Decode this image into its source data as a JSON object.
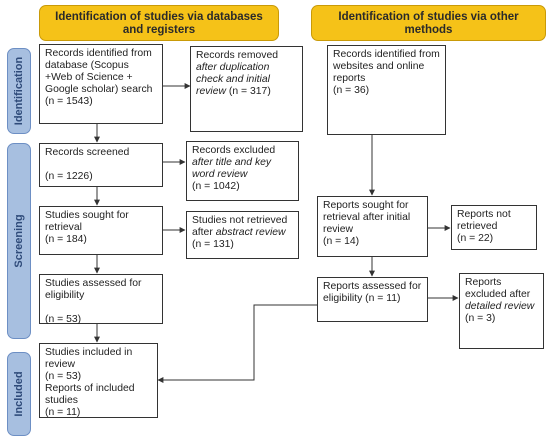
{
  "headers": {
    "databases": "Identification of studies via databases and registers",
    "other": "Identification of studies via other methods"
  },
  "phases": {
    "identification": "Identification",
    "screening": "Screening",
    "included": "Included"
  },
  "boxes": {
    "records_identified_db": "Records identified from database (Scopus +Web of Science + Google scholar) search\n(n = 1543)",
    "records_removed_pre": "Records removed ",
    "records_removed_italic": "after duplication check and initial review",
    "records_removed_post": " (n = 317)",
    "records_screened": "Records screened\n\n(n = 1226)",
    "records_excluded_pre": "Records excluded ",
    "records_excluded_italic": "after title and key word review",
    "records_excluded_post": "\n(n = 1042)",
    "sought_retrieval_db": "Studies sought for retrieval\n(n = 184)",
    "not_retrieved_pre": "Studies not retrieved after ",
    "not_retrieved_italic": "abstract review",
    "not_retrieved_post": "\n(n = 131)",
    "assessed_db": "Studies assessed for eligibility\n\n(n = 53)",
    "included": "Studies included in review\n(n = 53)\nReports of included studies\n(n = 11)",
    "records_identified_other": "Records identified from websites and online reports\n(n = 36)",
    "sought_retrieval_other": "Reports sought for retrieval after initial review\n(n = 14)",
    "not_retrieved_other": "Reports not retrieved\n(n = 22)",
    "assessed_other": "Reports assessed for eligibility (n = 11)",
    "excluded_other_pre": "Reports excluded after ",
    "excluded_other_italic": "detailed review",
    "excluded_other_post": " (n = 3)"
  }
}
